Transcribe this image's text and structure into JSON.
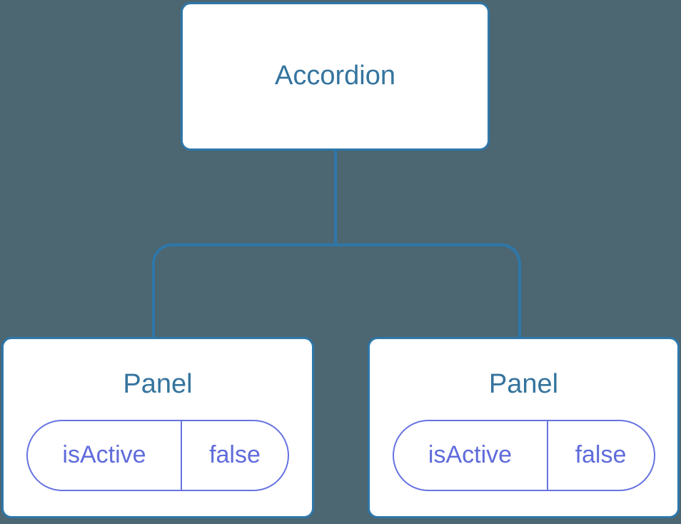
{
  "diagram": {
    "type": "component-tree",
    "colors": {
      "background": "#4C6672",
      "connector_line": "#2E77A9",
      "node_border": "#2E77A9",
      "node_background": "#FFFFFF",
      "node_text": "#35749E",
      "badge_border": "#6673E0",
      "badge_text": "#5F6BDB"
    },
    "root": {
      "label": "Accordion"
    },
    "children": [
      {
        "label": "Panel",
        "props": [
          {
            "name": "isActive",
            "value": "false"
          }
        ]
      },
      {
        "label": "Panel",
        "props": [
          {
            "name": "isActive",
            "value": "false"
          }
        ]
      }
    ]
  }
}
